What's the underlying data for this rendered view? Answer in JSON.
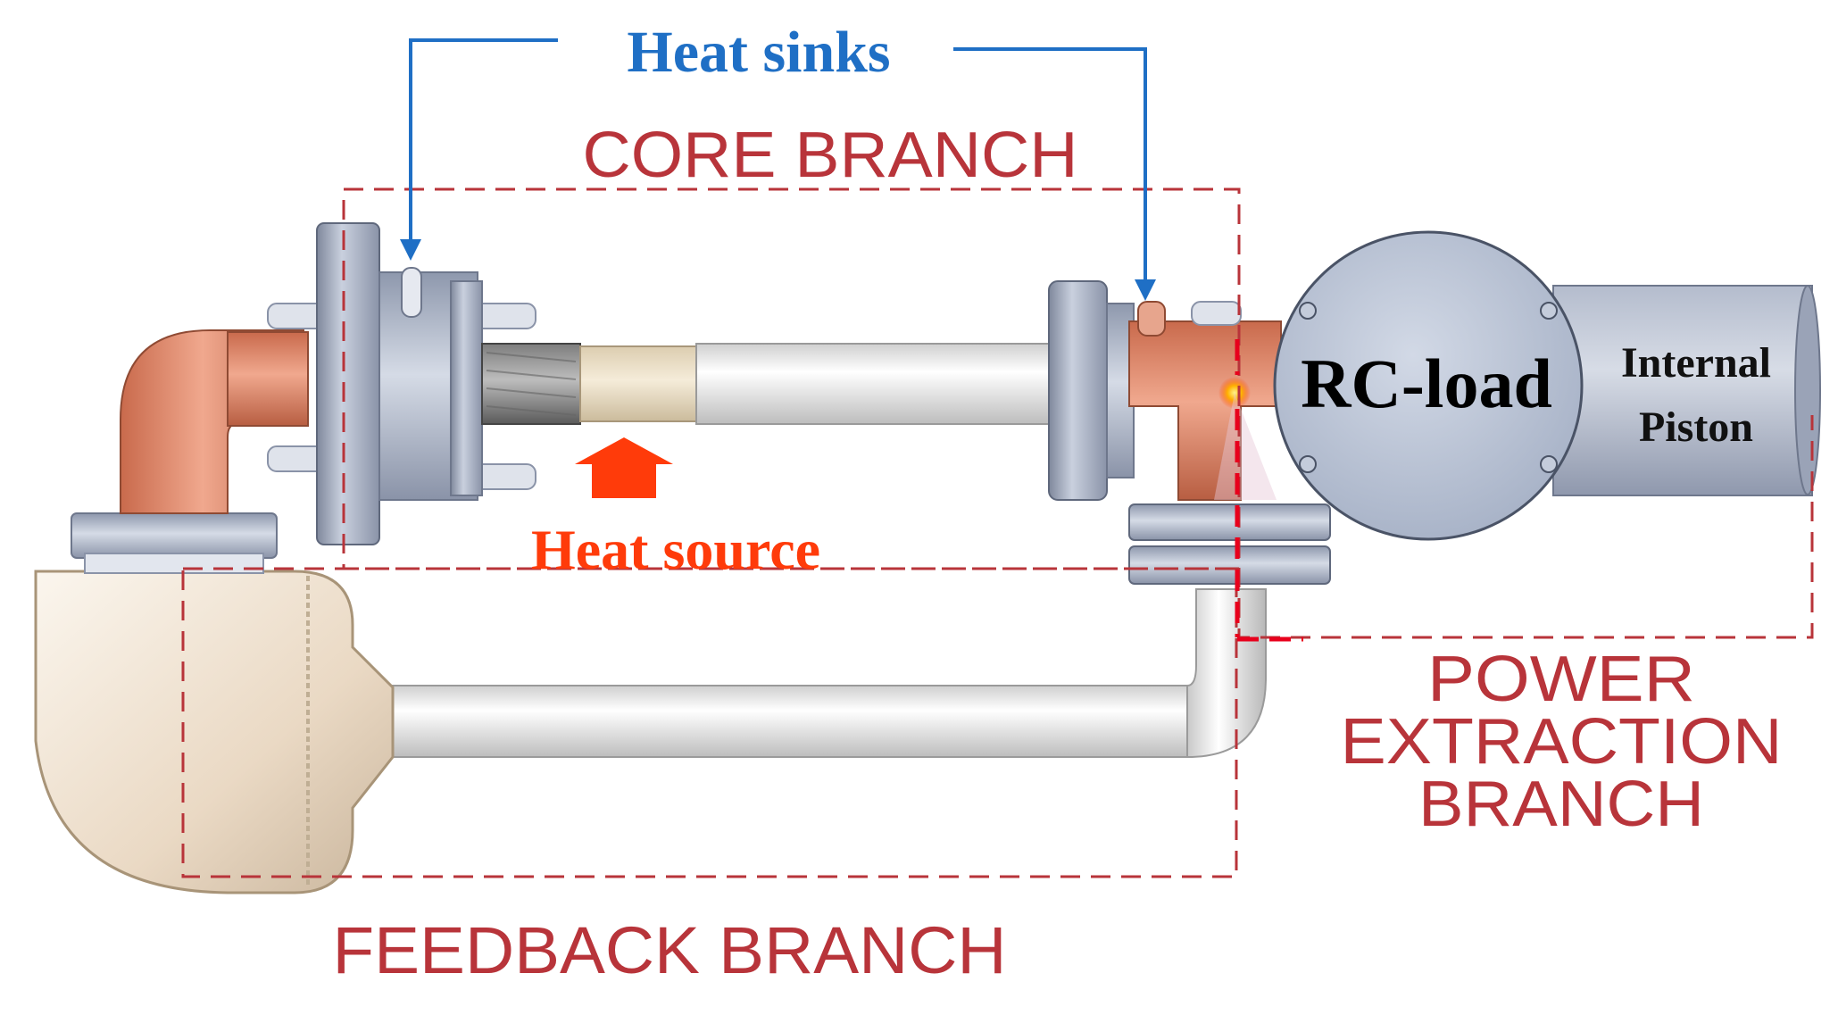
{
  "labels": {
    "heat_sinks": "Heat sinks",
    "core_branch": "CORE BRANCH",
    "heat_source": "Heat source",
    "rc_load": "RC-load",
    "internal_piston_line1": "Internal",
    "internal_piston_line2": "Piston",
    "power_line1": "POWER",
    "power_line2": "EXTRACTION",
    "power_line3": "BRANCH",
    "feedback_branch": "FEEDBACK BRANCH"
  },
  "colors": {
    "heat_sinks_label": "#1f6fc5",
    "branch_dashed_line": "#b8343a",
    "heat_source": "#ff3b0a",
    "copper_pipe": "#d9866b",
    "flange_steel": "#a7b1c6",
    "white_tube": "#f2f2f2",
    "feedback_chamber": "#ece0cf",
    "rc_load_disc": "#b9c4d8"
  },
  "icons": {
    "heat_sink_arrow": "arrow-down-icon",
    "heat_source_arrow": "arrow-up-icon",
    "hot_spot": "glow-dot-icon"
  }
}
